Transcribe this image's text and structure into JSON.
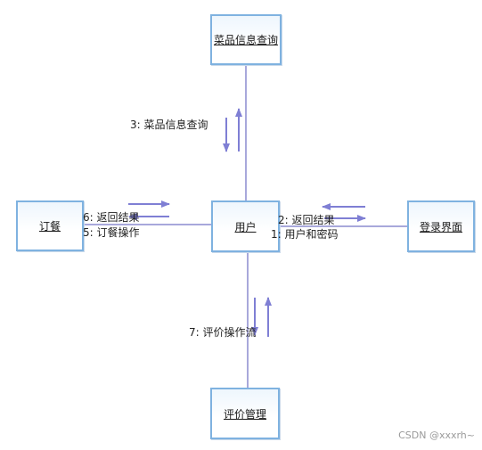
{
  "nodes": {
    "dish_query": "菜品信息查询",
    "user": "用户",
    "order": "订餐",
    "login": "登录界面",
    "review": "评价管理"
  },
  "messages": {
    "m3": "3:  菜品信息查询",
    "m6": "6:  返回结果",
    "m5": "5:  订餐操作",
    "m2": "2:  返回结果",
    "m1": "1: 用户和密码",
    "m7": "7:  评价操作流"
  },
  "watermark": "CSDN @xxxrh~",
  "colors": {
    "line": "#8c8ccf",
    "arrow": "#7f7fd4",
    "node_border": "#7fb2e0"
  }
}
